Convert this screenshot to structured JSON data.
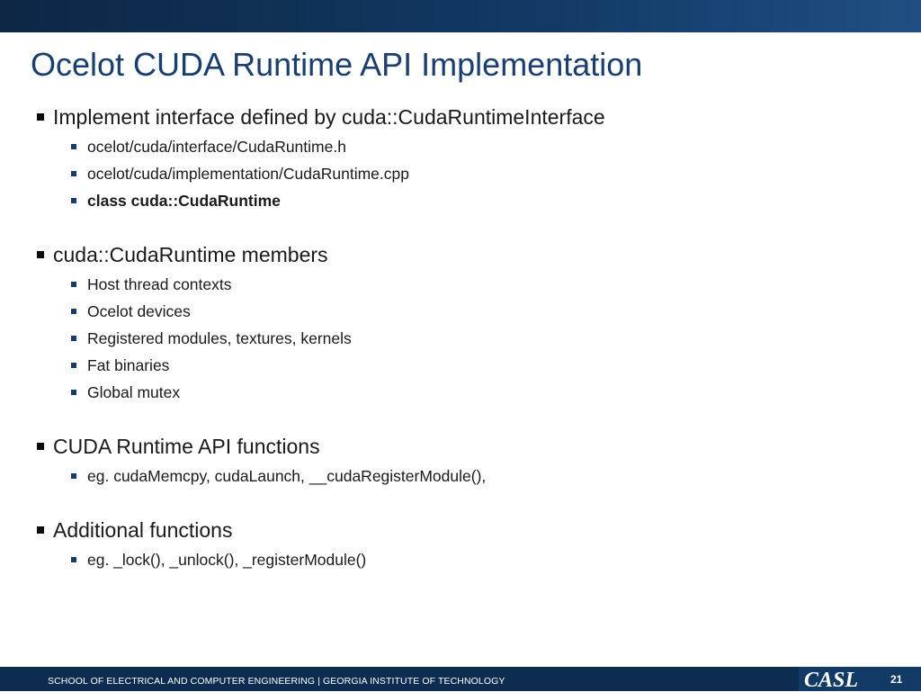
{
  "slide": {
    "title": "Ocelot CUDA Runtime API Implementation",
    "sections": [
      {
        "heading": "Implement interface defined by cuda::CudaRuntimeInterface",
        "items": [
          "ocelot/cuda/interface/CudaRuntime.h",
          "ocelot/cuda/implementation/CudaRuntime.cpp",
          "class cuda::CudaRuntime"
        ]
      },
      {
        "heading": "cuda::CudaRuntime members",
        "items": [
          "Host thread contexts",
          "Ocelot devices",
          "Registered modules, textures, kernels",
          "Fat binaries",
          "Global mutex"
        ]
      },
      {
        "heading": "CUDA Runtime API functions",
        "items": [
          "eg. cudaMemcpy, cudaLaunch, __cudaRegisterModule(),"
        ]
      },
      {
        "heading": "Additional functions",
        "items": [
          "eg. _lock(), _unlock(), _registerModule()"
        ]
      }
    ]
  },
  "footer": {
    "text": "SCHOOL OF ELECTRICAL AND COMPUTER ENGINEERING | GEORGIA INSTITUTE OF TECHNOLOGY",
    "logo_text": "CASL",
    "page_number": "21"
  },
  "colors": {
    "title": "#1a3e6e",
    "header_bar": "#123a66",
    "footer_bar": "#0e2c50",
    "sub_bullet": "#183b6c"
  }
}
